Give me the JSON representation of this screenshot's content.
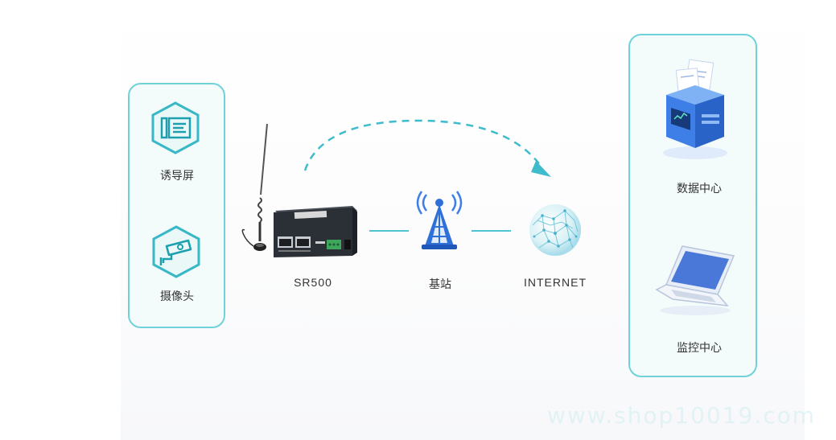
{
  "colors": {
    "accent": "#4fc3d1",
    "panel_border": "#6fd2da",
    "panel_fill": "#f3fbfb",
    "text": "#333333",
    "device_dark": "#2b2f36",
    "blue": "#3d7fe6"
  },
  "left_panel": {
    "items": [
      {
        "label": "诱导屏",
        "icon": "guidance-screen-icon"
      },
      {
        "label": "摄像头",
        "icon": "camera-icon"
      }
    ]
  },
  "flow": {
    "router": {
      "label": "SR500",
      "icon": "router-icon"
    },
    "station": {
      "label": "基站",
      "icon": "cell-tower-icon"
    },
    "internet": {
      "label": "INTERNET",
      "icon": "globe-icon"
    }
  },
  "right_panel": {
    "items": [
      {
        "label": "数据中心",
        "icon": "data-center-icon"
      },
      {
        "label": "监控中心",
        "icon": "laptop-icon"
      }
    ]
  },
  "watermark": "www.shop10019.com"
}
